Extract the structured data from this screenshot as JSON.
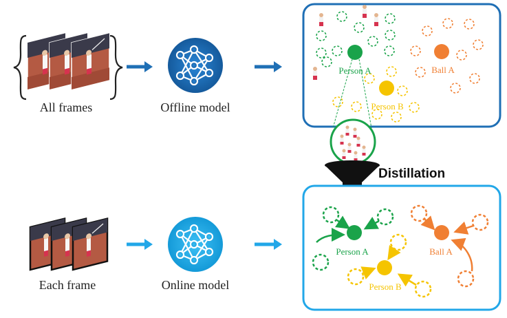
{
  "top_row": {
    "input_label": "All frames",
    "model_label": "Offline model",
    "labels": {
      "person_a": "Person A",
      "person_b": "Person B",
      "ball_a": "Ball A"
    }
  },
  "bottom_row": {
    "input_label": "Each frame",
    "model_label": "Online model",
    "labels": {
      "person_a": "Person A",
      "person_b": "Person B",
      "ball_a": "Ball A"
    }
  },
  "distillation_label": "Distillation",
  "colors": {
    "offline_blue": "#1f6fb5",
    "online_blue": "#22a7e8",
    "person_a_green": "#1aa34a",
    "person_b_yellow": "#f5c400",
    "ball_orange": "#f07f33",
    "funnel_black": "#111111"
  },
  "icons": {
    "model": "neural-network-icon",
    "arrow": "right-arrow-icon",
    "funnel": "funnel-icon"
  }
}
